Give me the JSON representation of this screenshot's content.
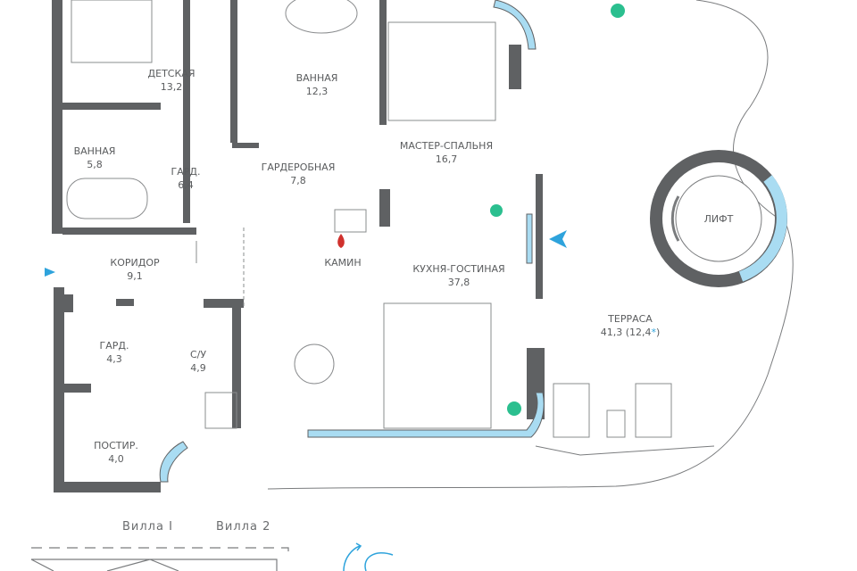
{
  "rooms": [
    {
      "name": "ДЕТСКАЯ",
      "area": "13,2"
    },
    {
      "name": "ВАННАЯ",
      "area": "12,3"
    },
    {
      "name": "ВАННАЯ",
      "area": "5,8"
    },
    {
      "name": "ГАРД.",
      "area": "6,4"
    },
    {
      "name": "ГАРДЕРОБНАЯ",
      "area": "7,8"
    },
    {
      "name": "МАСТЕР-СПАЛЬНЯ",
      "area": "16,7"
    },
    {
      "name": "ЛИФТ",
      "area": ""
    },
    {
      "name": "КАМИН",
      "area": ""
    },
    {
      "name": "КОРИДОР",
      "area": "9,1"
    },
    {
      "name": "КУХНЯ-ГОСТИНАЯ",
      "area": "37,8"
    },
    {
      "name": "ГАРД.",
      "area": "4,3"
    },
    {
      "name": "С/У",
      "area": "4,9"
    },
    {
      "name": "ПОСТИР.",
      "area": "4,0"
    }
  ],
  "terrace": {
    "name": "ТЕРРАСА",
    "area": "41,3 (12,4",
    "asterisk": "*",
    "close": ")"
  },
  "key_plan": {
    "villa_1": "Вилла I",
    "villa_2": "Вилла 2"
  },
  "colors": {
    "wall": "#5f6163",
    "glass": "#a9dcf2",
    "accent": "#2ea3dc",
    "plant": "#2bbf8f",
    "fire": "#d0312d"
  }
}
